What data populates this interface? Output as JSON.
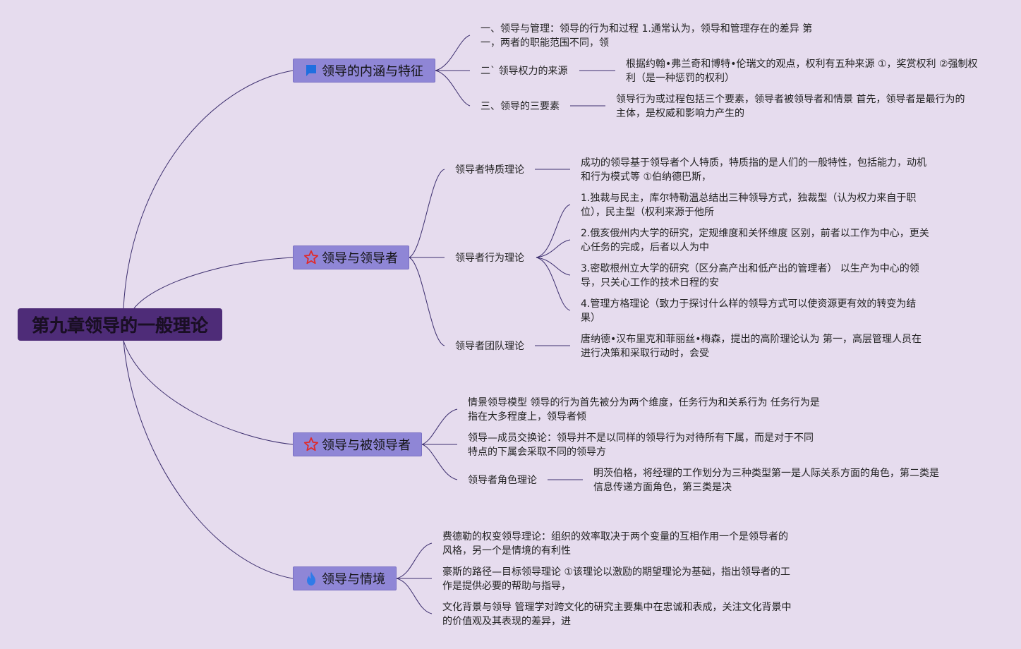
{
  "root": {
    "title": "第九章领导的一般理论"
  },
  "branches": [
    {
      "label": "领导的内涵与特征",
      "icon": "blue-flag-icon",
      "items": [
        {
          "label": "一、领导与管理：领导的行为和过程 1.通常认为，领导和管理存在的差异 第一，两者的职能范围不同，领"
        },
        {
          "label": "二ˋ 领导权力的来源",
          "detail": "根据约翰•弗兰奇和博特•伦瑞文的观点，权利有五种来源 ①，奖赏权利 ②强制权利（是一种惩罚的权利）"
        },
        {
          "label": "三、领导的三要素",
          "detail": "领导行为或过程包括三个要素，领导者被领导者和情景 首先，领导者是最行为的主体，是权威和影响力产生的"
        }
      ]
    },
    {
      "label": "领导与领导者",
      "icon": "red-star-icon",
      "items": [
        {
          "label": "领导者特质理论",
          "detail": "成功的领导基于领导者个人特质，特质指的是人们的一般特性，包括能力，动机和行为模式等 ①伯纳德巴斯，"
        },
        {
          "label": "领导者行为理论",
          "details": [
            "1.独裁与民主，库尔特勒温总结出三种领导方式，独裁型（认为权力来自于职位），民主型（权利来源于他所",
            "2.俄亥俄州内大学的研究，定规维度和关怀维度 区别，前者以工作为中心，更关心任务的完成，后者以人为中",
            "3.密歇根州立大学的研究（区分高产出和低产出的管理者） 以生产为中心的领导，只关心工作的技术日程的安",
            "4.管理方格理论（致力于探讨什么样的领导方式可以使资源更有效的转变为结果）"
          ]
        },
        {
          "label": "领导者团队理论",
          "detail": "唐纳德•汉布里克和菲丽丝•梅森，提出的高阶理论认为 第一，高层管理人员在进行决策和采取行动时，会受"
        }
      ]
    },
    {
      "label": "领导与被领导者",
      "icon": "red-star-icon",
      "items": [
        {
          "label": "情景领导模型 领导的行为首先被分为两个维度，任务行为和关系行为 任务行为是指在大多程度上，领导者倾"
        },
        {
          "label": "领导—成员交换论：领导并不是以同样的领导行为对待所有下属，而是对于不同特点的下属会采取不同的领导方"
        },
        {
          "label": "领导者角色理论",
          "detail": "明茨伯格，将经理的工作划分为三种类型第一是人际关系方面的角色，第二类是信息传递方面角色，第三类是决"
        }
      ]
    },
    {
      "label": "领导与情境",
      "icon": "blue-flame-icon",
      "items": [
        {
          "label": "费德勒的权变领导理论：组织的效率取决于两个变量的互相作用一个是领导者的风格，另一个是情境的有利性"
        },
        {
          "label": "豪斯的路径—目标领导理论 ①该理论以激励的期望理论为基础，指出领导者的工作是提供必要的帮助与指导，"
        },
        {
          "label": "文化背景与领导 管理学对跨文化的研究主要集中在忠诚和表成，关注文化背景中的价值观及其表现的差异，进"
        }
      ]
    }
  ],
  "colors": {
    "background": "#e6dcee",
    "root_fill": "#4e2c78",
    "branch_fill": "#8f86d6",
    "line": "#3c2e6e"
  }
}
